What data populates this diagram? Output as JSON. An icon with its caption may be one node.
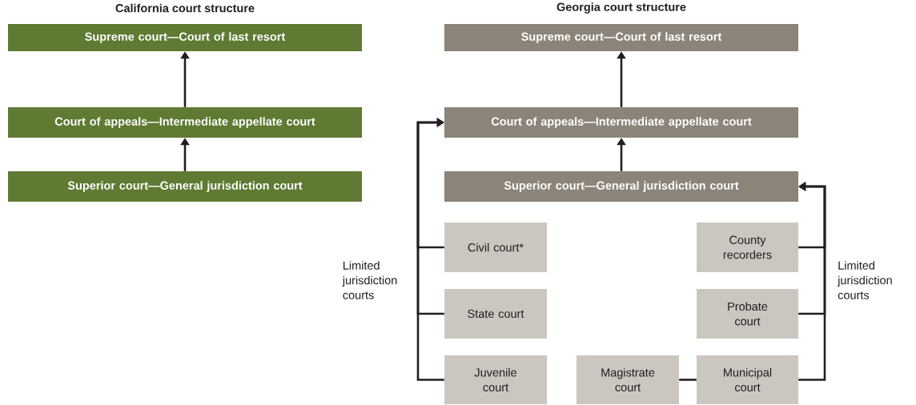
{
  "diagram": {
    "nodes": [
      {
        "text": [
          "Supreme court—Court of last resort"
        ]
      },
      {
        "text": [
          "Court of appeals—Intermediate appellate court"
        ]
      },
      {
        "text": [
          "Superior court—General jurisdiction court"
        ]
      },
      {
        "text": [
          "Supreme court—Court of last resort"
        ]
      },
      {
        "text": [
          "Court of appeals—Intermediate appellate court"
        ]
      },
      {
        "text": [
          "Superior court—General jurisdiction court"
        ]
      },
      {
        "text": [
          "Civil court*"
        ]
      },
      {
        "text": [
          "County recorders"
        ]
      },
      {
        "text": [
          "State court"
        ]
      },
      {
        "text": [
          "Probate court"
        ]
      },
      {
        "text": [
          "Juvenile court"
        ]
      },
      {
        "text": [
          "Magistrate court"
        ]
      },
      {
        "text": [
          "Municipal court"
        ]
      }
    ],
    "edges": [
      {
        "from": 1,
        "to": 0,
        "arrow": "to"
      },
      {
        "from": 2,
        "to": 1,
        "arrow": "to"
      },
      {
        "from": 4,
        "to": 3,
        "arrow": "to"
      },
      {
        "from": 5,
        "to": 4,
        "arrow": "to"
      },
      {
        "from": 6,
        "to": 4,
        "arrow": "to"
      },
      {
        "from": 8,
        "to": 4,
        "arrow": "to"
      },
      {
        "from": 10,
        "to": 4,
        "arrow": "to"
      },
      {
        "from": 7,
        "to": 5,
        "arrow": "to"
      },
      {
        "from": 9,
        "to": 5,
        "arrow": "to"
      },
      {
        "from": 12,
        "to": 5,
        "arrow": "to"
      },
      {
        "from": 11,
        "to": 12,
        "arrow": "none"
      }
    ],
    "labels": [
      "California court structure",
      "Georgia court structure",
      "Limited jurisdiction courts",
      "Limited jurisdiction courts"
    ]
  }
}
